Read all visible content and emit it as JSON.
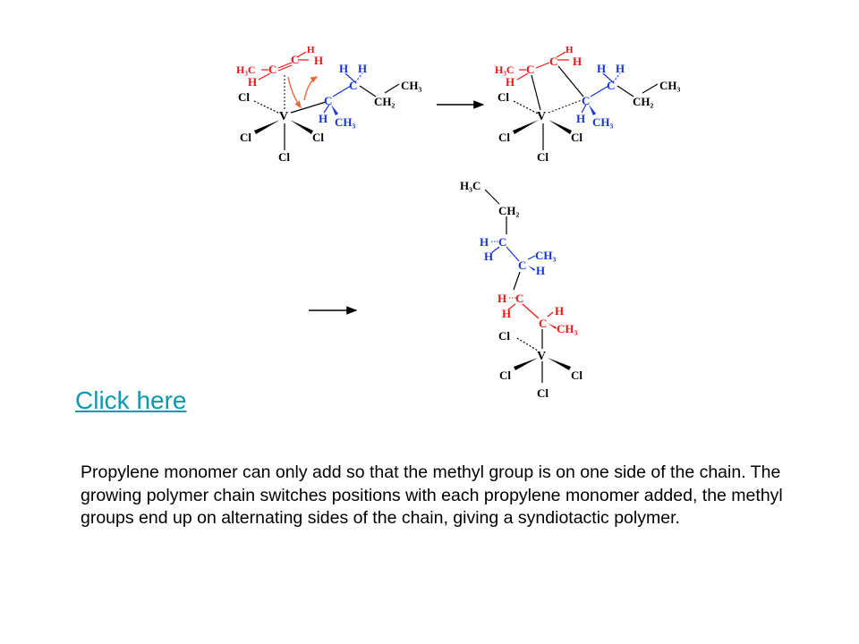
{
  "link": {
    "label": "Click here"
  },
  "description": "Propylene monomer can only add so that the methyl group is on one side of the chain. The growing polymer chain switches positions with each propylene monomer added, the methyl groups end up on alternating sides of the chain, giving a syndiotactic polymer.",
  "colors": {
    "red": "#ee1111",
    "blue": "#1133dd",
    "black": "#000000",
    "arrow_orange": "#e66a3a",
    "link": "#0a99b5"
  },
  "diagram": {
    "structure1": {
      "metal": "V",
      "chlorines": [
        "Cl",
        "Cl",
        "Cl",
        "Cl"
      ],
      "monomer_red": [
        "H₃C",
        "C",
        "C",
        "H",
        "H",
        "H"
      ],
      "chain_blue": [
        "C",
        "H",
        "H",
        "C",
        "H",
        "CH₃"
      ],
      "chain_black": [
        "CH₃",
        "CH₂"
      ]
    },
    "structure2": {
      "metal": "V",
      "chlorines": [
        "Cl",
        "Cl",
        "Cl",
        "Cl"
      ],
      "monomer_red": [
        "H₃C",
        "C",
        "C",
        "H",
        "H",
        "H"
      ],
      "chain_blue": [
        "C",
        "H",
        "H",
        "C",
        "H",
        "CH₃"
      ],
      "chain_black": [
        "CH₃",
        "CH₂"
      ]
    },
    "structure3": {
      "top_black": [
        "H₃C",
        "CH₂"
      ],
      "chain_blue": [
        "H",
        "C",
        "H",
        "C",
        "CH₃",
        "H"
      ],
      "chain_red": [
        "H",
        "C",
        "H",
        "C",
        "H",
        "CH₃"
      ],
      "metal": "V",
      "chlorines": [
        "Cl",
        "Cl",
        "Cl",
        "Cl"
      ]
    }
  }
}
